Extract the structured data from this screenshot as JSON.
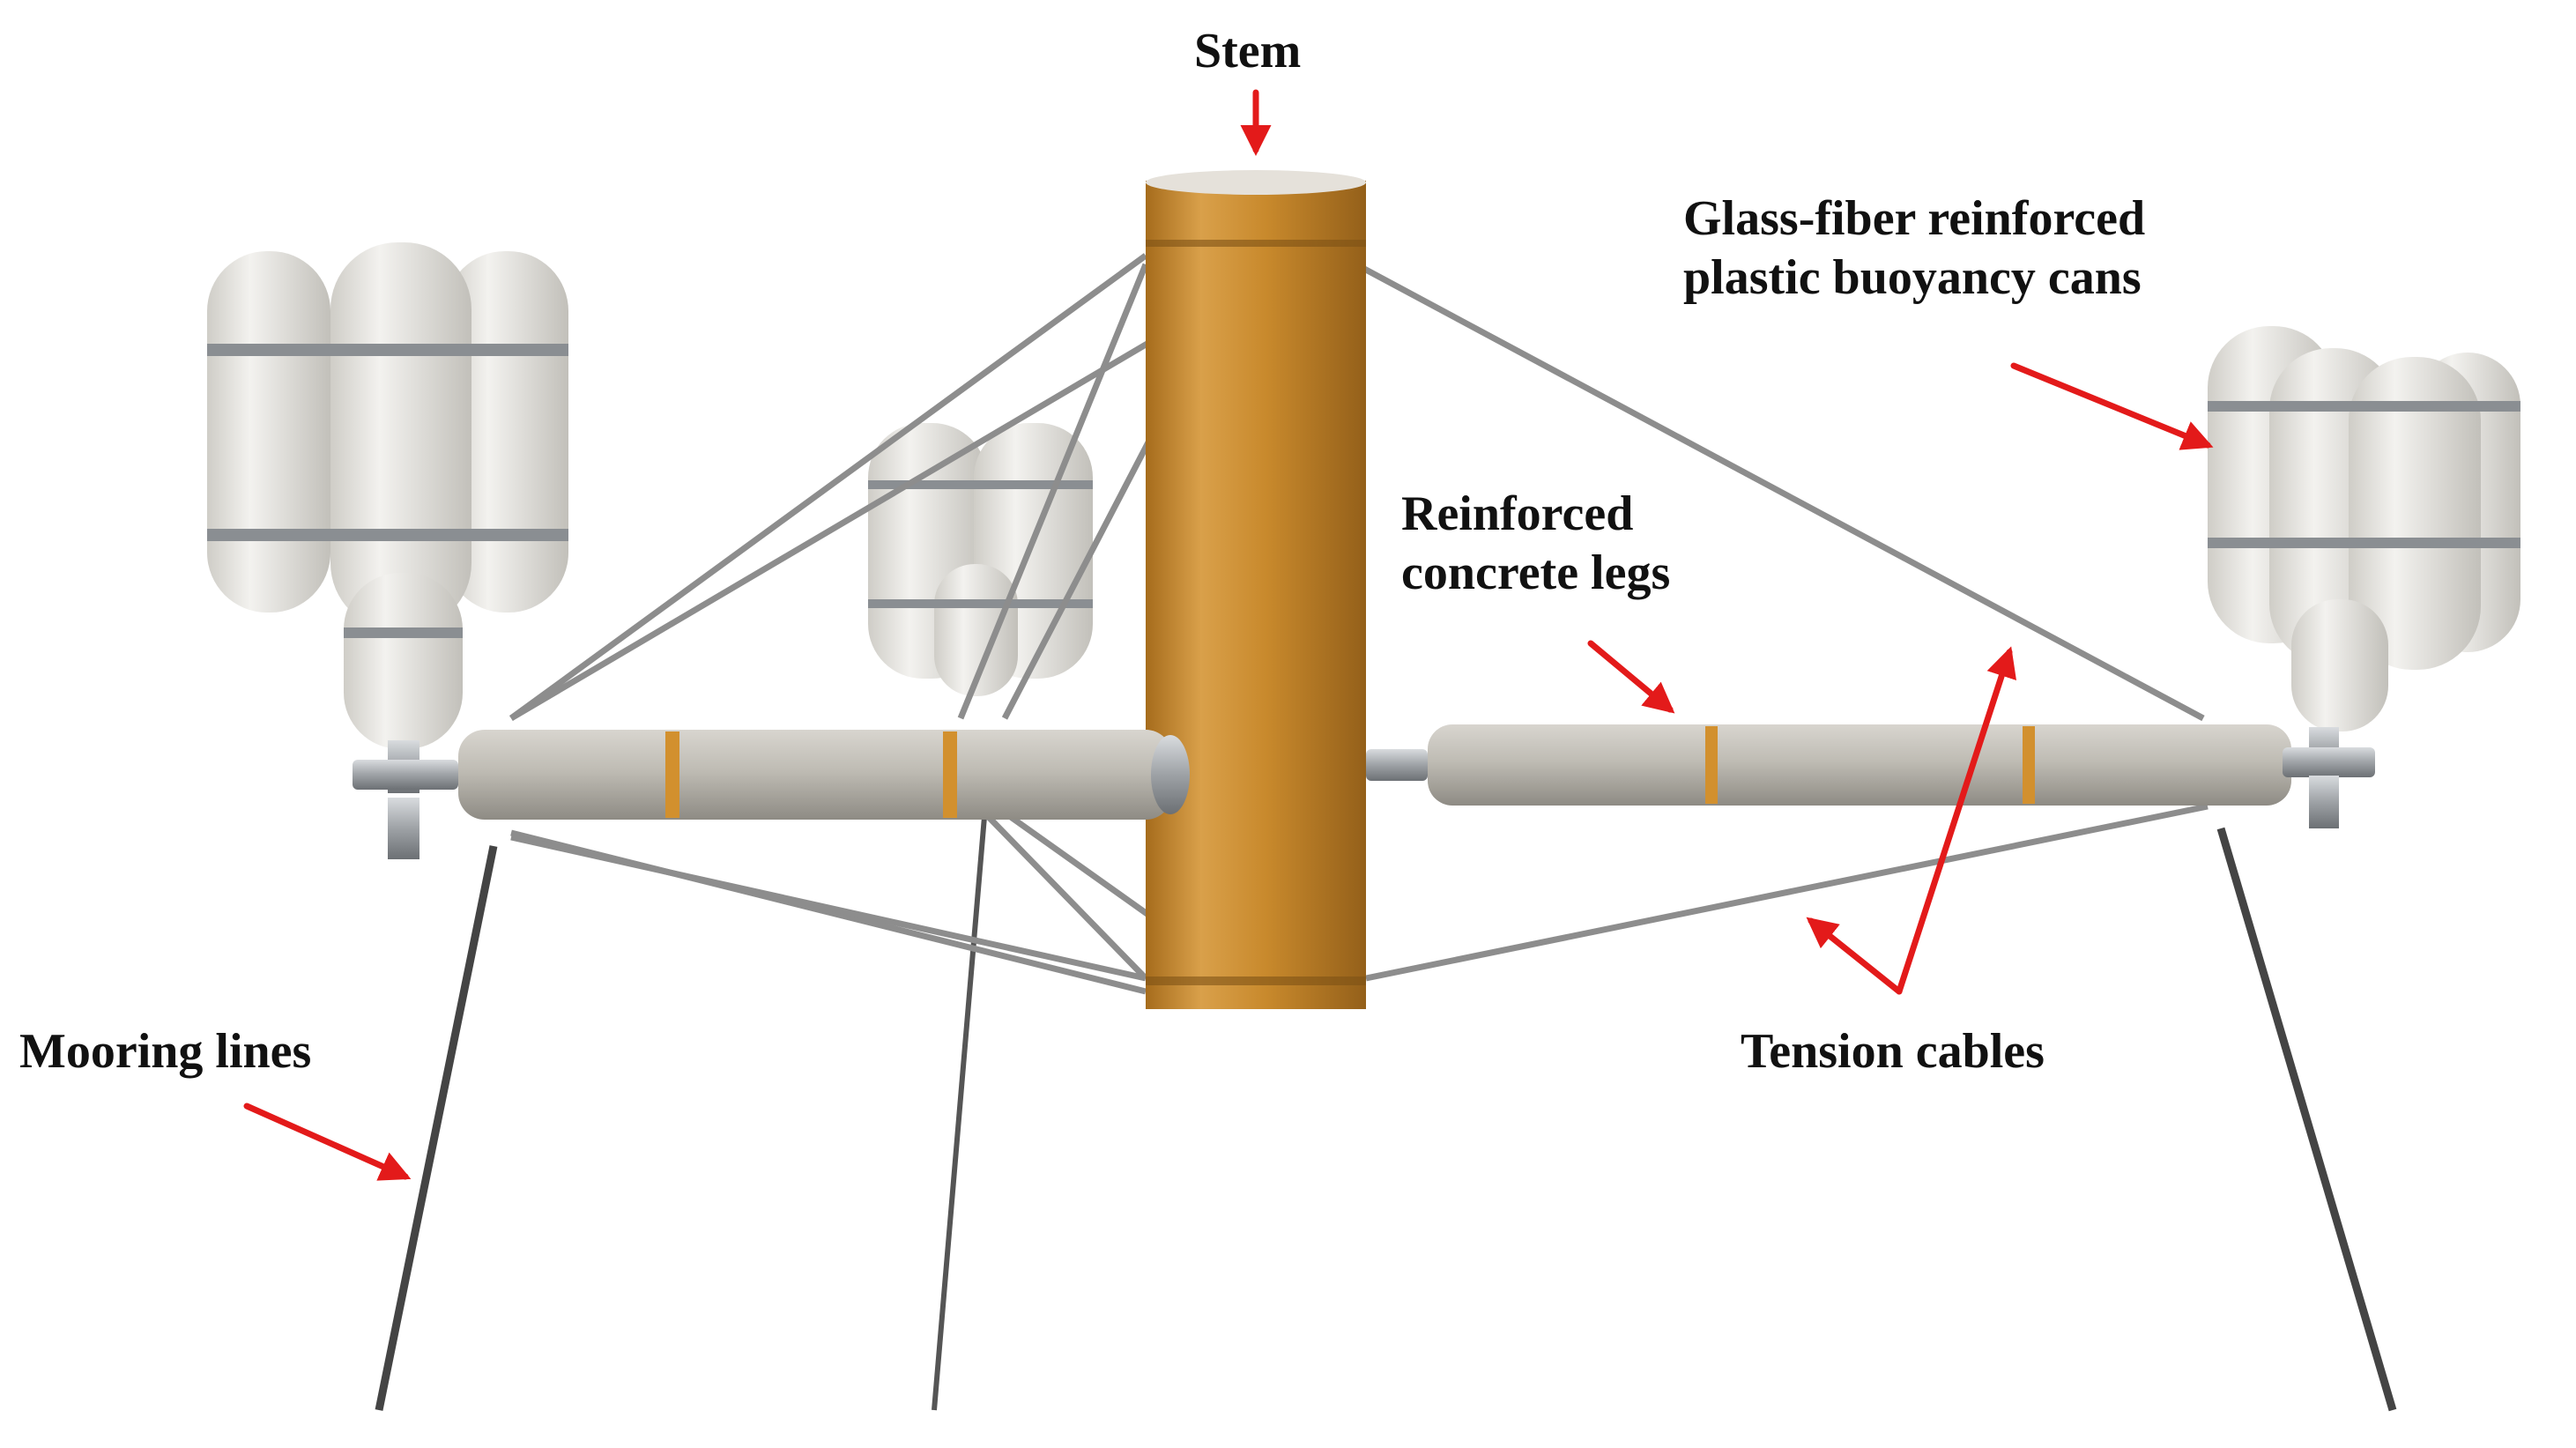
{
  "labels": {
    "stem": "Stem",
    "buoyancy_line1": "Glass-fiber reinforced",
    "buoyancy_line2": "plastic buoyancy cans",
    "legs_line1": "Reinforced",
    "legs_line2": "concrete legs",
    "mooring": "Mooring lines",
    "tension": "Tension cables"
  },
  "colors": {
    "stem": "#c8892c",
    "stem_shadow": "#9c6618",
    "leg_concrete": "#b9b6ae",
    "leg_band": "#d2902e",
    "buoyancy_can": "#e9e7e2",
    "cable": "#8d8d8d",
    "mooring_line": "#444444",
    "arrow": "#e31a1a",
    "steel": "#a8acb0"
  }
}
